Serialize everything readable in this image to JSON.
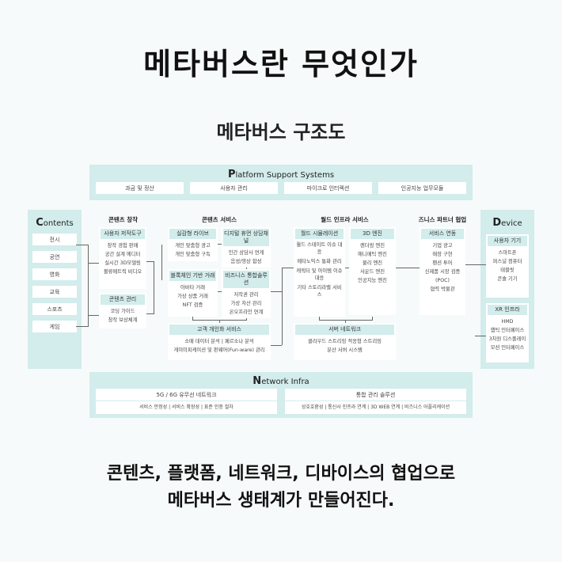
{
  "title": "메타버스란 무엇인가",
  "subtitle": "메타버스 구조도",
  "platform": {
    "title_initial": "P",
    "title_rest": "latform Support Systems",
    "items": [
      "과금 및 정산",
      "사용자 관리",
      "마이크로 인터렉션",
      "인공지능 업무모듈"
    ]
  },
  "contents": {
    "title_initial": "C",
    "title_rest": "ontents",
    "items": [
      "전시",
      "공연",
      "영화",
      "교육",
      "스포츠",
      "게임"
    ]
  },
  "device": {
    "title_initial": "D",
    "title_rest": "evice"
  },
  "columns": {
    "creation": "콘텐츠 창작",
    "service": "콘텐츠 서비스",
    "world": "월드 인프라 서비스",
    "business": "즈니스 파트너 협업"
  },
  "boxes": {
    "authoring": {
      "header": "사용자 저작도구",
      "items": [
        "창작 경험 판매",
        "공간 설계 에디터",
        "실시간 3D모델링",
        "볼류메트릭 비디오"
      ]
    },
    "content_mgmt": {
      "header": "콘텐츠 관리",
      "items": [
        "코딩 가이드",
        "창작 보상체계"
      ]
    },
    "live": {
      "header": "실감형 라이브",
      "items": [
        "개인 맞춤형 광고",
        "개인 맞춤형 구독"
      ]
    },
    "human": {
      "header": "디지털 휴먼 상담채널",
      "items": [
        "인간 상담사 연계",
        "음성/영상 합성"
      ]
    },
    "blockchain": {
      "header": "블록체인 기반 거래",
      "items": [
        "아바타 거래",
        "가상 상품 거래",
        "NFT 검증"
      ]
    },
    "biz": {
      "header": "비즈니스 통합솔루션",
      "items": [
        "저작권 관리",
        "가상 자산 관리",
        "온오프라인 연계"
      ]
    },
    "personal": {
      "header": "고객 개인화 서비스",
      "items": [
        "소매 데이터 분석  |  페르소나 분석",
        "게이미피케이션 및 펀웨어(Fun-ware) 관리"
      ]
    },
    "simulation": {
      "header": "월드 시뮬레이션",
      "items": [
        "월드 스테이트 이슈 대응",
        "메타노믹스 통화 관리",
        "캐릭터 및 아이템 이슈 대응",
        "기타 스토리라벨 서비스"
      ]
    },
    "engine": {
      "header": "3D 엔진",
      "items": [
        "렌더링 엔진",
        "애니메틱 엔진",
        "물리 엔진",
        "사운드 엔진",
        "인공지능 엔진"
      ]
    },
    "server": {
      "header": "서버 네트워크",
      "items": [
        "클라우드 스트리밍   적응형 스트리밍",
        "분산 서버 시스템"
      ]
    },
    "service_link": {
      "header": "서비스 연동",
      "items": [
        "기업 광고",
        "매장 구현",
        "팬션 투어",
        "신제품 시장 검증",
        "(POC)",
        "협력 박물관"
      ]
    },
    "user_device": {
      "header": "사용자 기기",
      "items": [
        "스마트폰",
        "퍼스널 컴퓨터",
        "태블릿",
        "콘솔 기기"
      ]
    },
    "xr": {
      "header": "XR 인프라",
      "items": [
        "HMD",
        "햅틱 인터페이스",
        "3차원 디스플레이",
        "모션 인터페이스"
      ]
    }
  },
  "network": {
    "title_initial": "N",
    "title_rest": "etwork Infra",
    "left": {
      "header": "5G / 6G 유무선 네트워크",
      "items": "서비스 안정성  |  서비스 확장성  |  표준 인증 절차"
    },
    "right": {
      "header": "통합 관리 솔루션",
      "items": "상호호환성  |  통신사 인프라 연계  |  3D WEB 연계  |  비즈니스 어플리케이션"
    }
  },
  "bottom": [
    "콘텐츠, 플랫폼, 네트워크, 디바이스의 협업으로",
    "메타버스 생태계가 만들어진다."
  ]
}
